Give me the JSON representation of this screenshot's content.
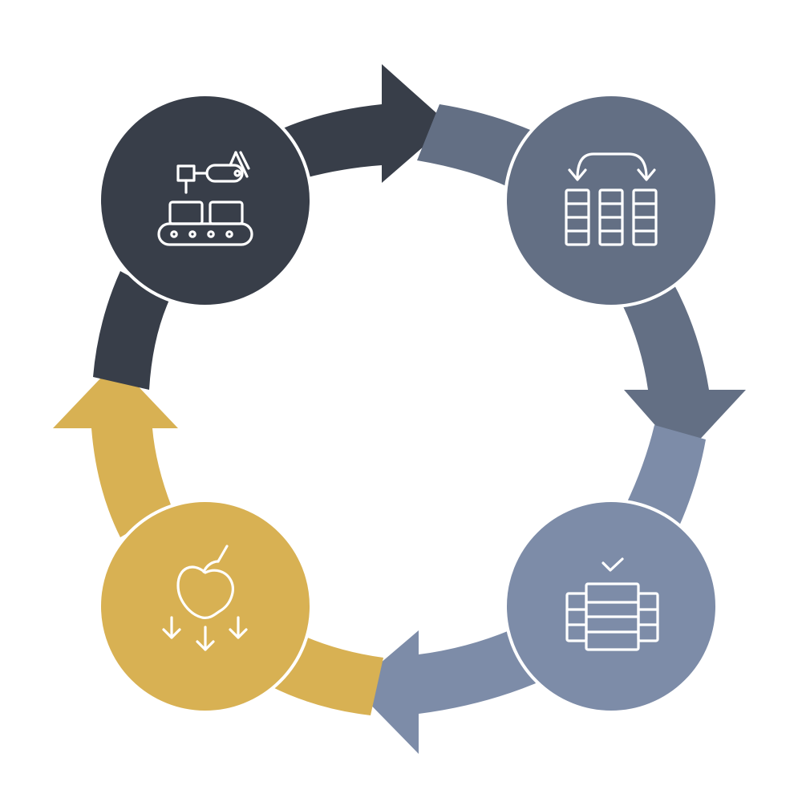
{
  "diagram": {
    "type": "cycle",
    "colors": {
      "dark": "#383e49",
      "slate": "#636f84",
      "steel": "#7d8ca8",
      "gold": "#d8b153",
      "background": "#ffffff",
      "icon_stroke": "#ffffff"
    },
    "nodes": [
      {
        "id": "automation",
        "icon": "robotic-arm-conveyor-icon",
        "color": "dark"
      },
      {
        "id": "reorder",
        "icon": "column-swap-icon",
        "color": "slate"
      },
      {
        "id": "validate",
        "icon": "checked-storage-icon",
        "color": "steel"
      },
      {
        "id": "harvest",
        "icon": "falling-apple-icon",
        "color": "gold"
      }
    ],
    "edges": [
      {
        "from": "automation",
        "to": "reorder",
        "color": "dark"
      },
      {
        "from": "reorder",
        "to": "validate",
        "color": "slate"
      },
      {
        "from": "validate",
        "to": "harvest",
        "color": "steel"
      },
      {
        "from": "harvest",
        "to": "automation",
        "color": "gold"
      }
    ]
  }
}
